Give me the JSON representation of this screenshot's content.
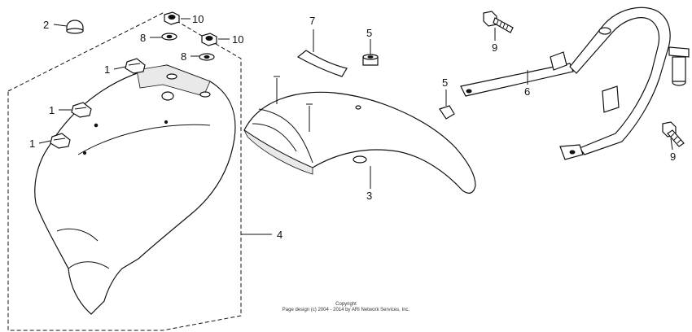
{
  "callouts": [
    {
      "id": "c2",
      "label": "2"
    },
    {
      "id": "c10a",
      "label": "10"
    },
    {
      "id": "c8a",
      "label": "8"
    },
    {
      "id": "c10b",
      "label": "10"
    },
    {
      "id": "c8b",
      "label": "8"
    },
    {
      "id": "c1a",
      "label": "1"
    },
    {
      "id": "c1b",
      "label": "1"
    },
    {
      "id": "c1c",
      "label": "1"
    },
    {
      "id": "c4",
      "label": "4"
    },
    {
      "id": "c7",
      "label": "7"
    },
    {
      "id": "c5a",
      "label": "5"
    },
    {
      "id": "c5b",
      "label": "5"
    },
    {
      "id": "c3",
      "label": "3"
    },
    {
      "id": "c9a",
      "label": "9"
    },
    {
      "id": "c6",
      "label": "6"
    },
    {
      "id": "c9b",
      "label": "9"
    }
  ],
  "footer": {
    "line1": "Copyright",
    "line2": "Page design (c) 2004 - 2014 by ARI Network Services, Inc."
  }
}
